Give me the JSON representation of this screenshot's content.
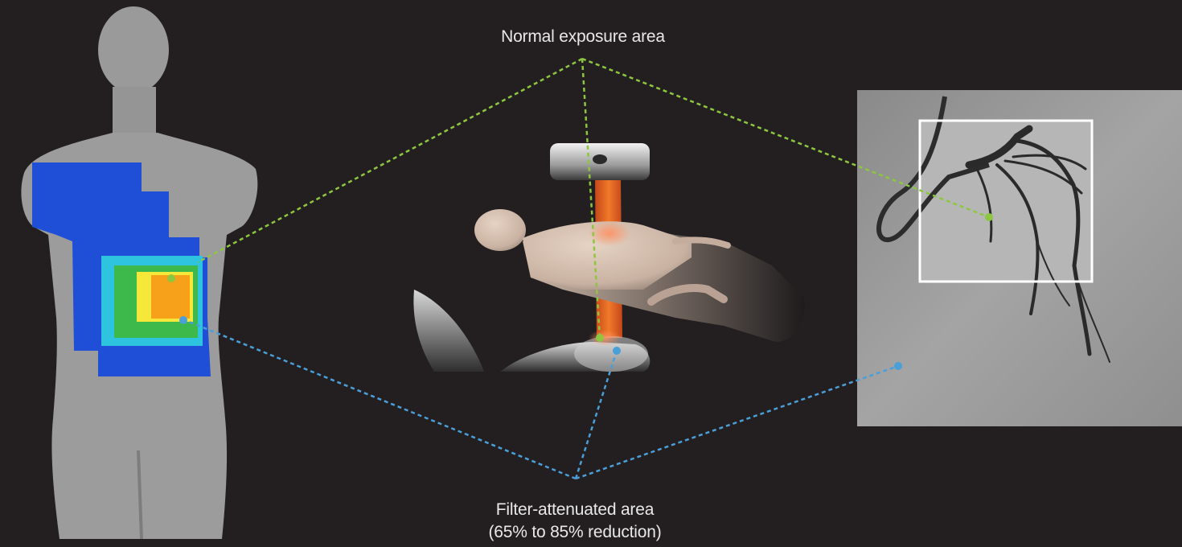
{
  "labels": {
    "normal_exposure": "Normal exposure area",
    "filter_attenuated_line1": "Filter-attenuated area",
    "filter_attenuated_line2": "(65% to 85% reduction)"
  },
  "colors": {
    "background": "#231f20",
    "normal_line": "#8dc63f",
    "filter_line": "#4a9fd8",
    "body_gray": "#9a9a9a",
    "dose_blue": "#1f4fd6",
    "dose_cyan": "#2ec4e0",
    "dose_green": "#3cb94a",
    "dose_yellow": "#f5e83a",
    "dose_orange": "#f7a11a",
    "beam_orange": "#e8661c",
    "patient_skin": "#d8c3b3"
  },
  "icons": [
    "dose-map-figure",
    "xray-tube",
    "patient-figure",
    "detector",
    "angiogram-image",
    "normal-area-box"
  ]
}
